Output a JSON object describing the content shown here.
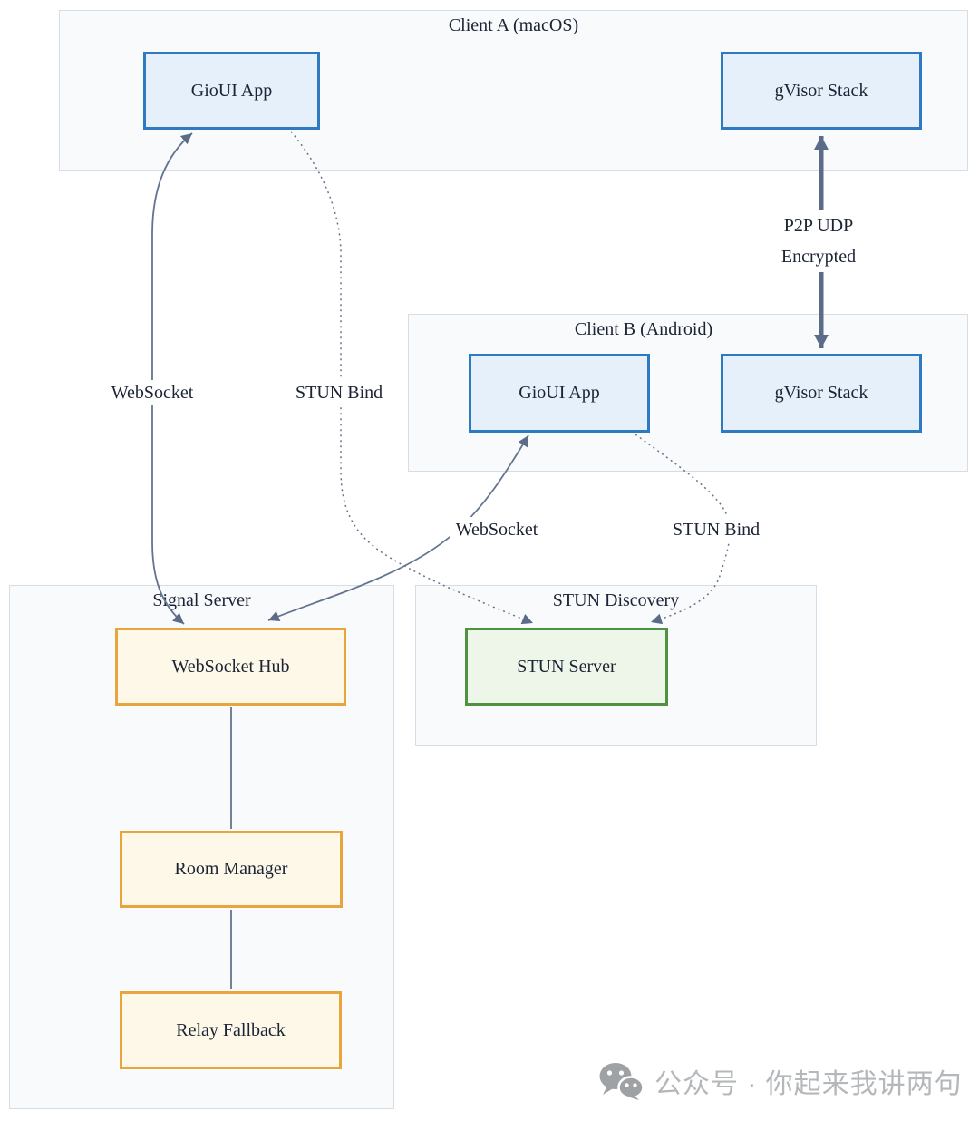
{
  "diagram": {
    "containers": [
      {
        "title": "Client A (macOS)"
      },
      {
        "title": "Client B (Android)"
      },
      {
        "title": "Signal Server"
      },
      {
        "title": "STUN Discovery"
      }
    ],
    "nodes": [
      {
        "label": "GioUI App"
      },
      {
        "label": "gVisor Stack"
      },
      {
        "label": "GioUI App"
      },
      {
        "label": "gVisor Stack"
      },
      {
        "label": "WebSocket Hub"
      },
      {
        "label": "Room Manager"
      },
      {
        "label": "Relay Fallback"
      },
      {
        "label": "STUN Server"
      }
    ],
    "edge_labels": {
      "ws_a": "WebSocket",
      "stun_a": "STUN Bind",
      "ws_b": "WebSocket",
      "stun_b": "STUN Bind",
      "p2p_1": "P2P UDP",
      "p2p_2": "Encrypted"
    },
    "edges": [
      {
        "from": "GioUI App (Client A)",
        "to": "WebSocket Hub",
        "label": "WebSocket",
        "style": "solid-bidirectional"
      },
      {
        "from": "GioUI App (Client B)",
        "to": "WebSocket Hub",
        "label": "WebSocket",
        "style": "solid-bidirectional"
      },
      {
        "from": "GioUI App (Client A)",
        "to": "STUN Server",
        "label": "STUN Bind",
        "style": "dotted-arrow"
      },
      {
        "from": "GioUI App (Client B)",
        "to": "STUN Server",
        "label": "STUN Bind",
        "style": "dotted-arrow"
      },
      {
        "from": "gVisor Stack (Client A)",
        "to": "gVisor Stack (Client B)",
        "label": "P2P UDP Encrypted",
        "style": "thick-bidirectional"
      },
      {
        "from": "WebSocket Hub",
        "to": "Room Manager",
        "label": "",
        "style": "plain"
      },
      {
        "from": "Room Manager",
        "to": "Relay Fallback",
        "label": "",
        "style": "plain"
      }
    ],
    "colors": {
      "node_blue_fill": "#e5f0fb",
      "node_blue_border": "#2e7ac0",
      "node_yellow_fill": "#fef8e8",
      "node_yellow_border": "#e8a53e",
      "node_green_fill": "#edf6e8",
      "node_green_border": "#4f9342",
      "container_fill": "#f8fafc",
      "container_border": "#d5dde6",
      "edge_stroke": "#64748f",
      "text": "#1b2334"
    }
  },
  "watermark": {
    "icon": "wechat-icon",
    "text": "公众号 · 你起来我讲两句"
  }
}
